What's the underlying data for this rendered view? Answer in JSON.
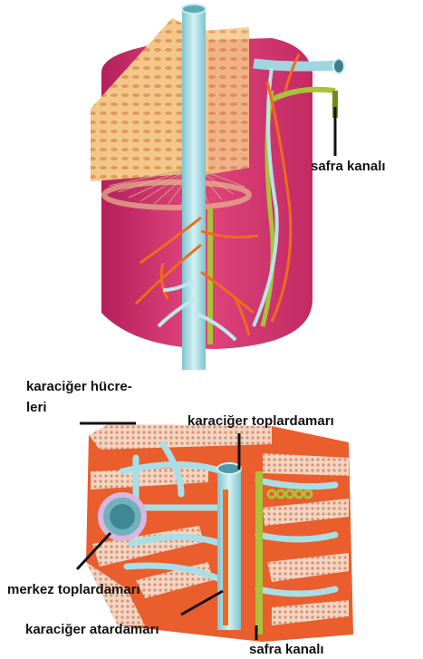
{
  "top_figure": {
    "labels": {
      "bile_duct": "safra kanalı"
    }
  },
  "bottom_figure": {
    "labels": {
      "liver_cells_line1": "karaciğer hücre-",
      "liver_cells_line2": "leri",
      "hepatic_vein": "karaciğer toplardamarı",
      "central_vein": "merkez toplardamarı",
      "hepatic_artery": "karaciğer atardamarı",
      "bile_duct": "safra kanalı"
    }
  },
  "colors": {
    "lobule_pink": "#d8346e",
    "vein_blue": "#a8dfe6",
    "artery_orange": "#f06a1e",
    "bile_green": "#a8c23a",
    "tissue_orange": "#ea5d2d",
    "cell_cream": "#f2d6c0"
  }
}
